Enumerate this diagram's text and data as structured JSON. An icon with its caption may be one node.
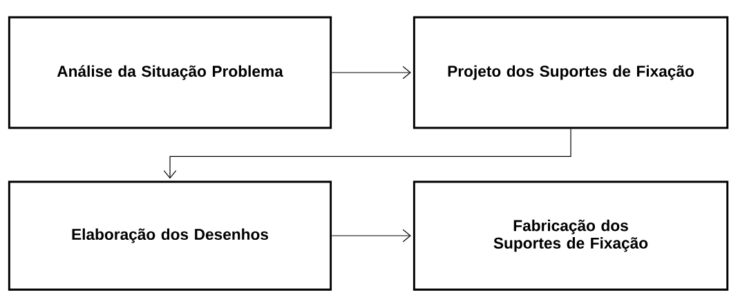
{
  "diagram": {
    "nodes": [
      {
        "text": [
          "Análise da Situação Problema"
        ]
      },
      {
        "text": [
          "Projeto dos Suportes de Fixação"
        ]
      },
      {
        "text": [
          "Elaboração dos Desenhos"
        ]
      },
      {
        "text": [
          "Fabricação dos Suportes de Fixação"
        ]
      }
    ],
    "edges": [
      {
        "from": 0,
        "to": 1,
        "arrow": "to"
      },
      {
        "from": 1,
        "to": 2,
        "arrow": "to"
      },
      {
        "from": 2,
        "to": 3,
        "arrow": "to"
      }
    ]
  }
}
